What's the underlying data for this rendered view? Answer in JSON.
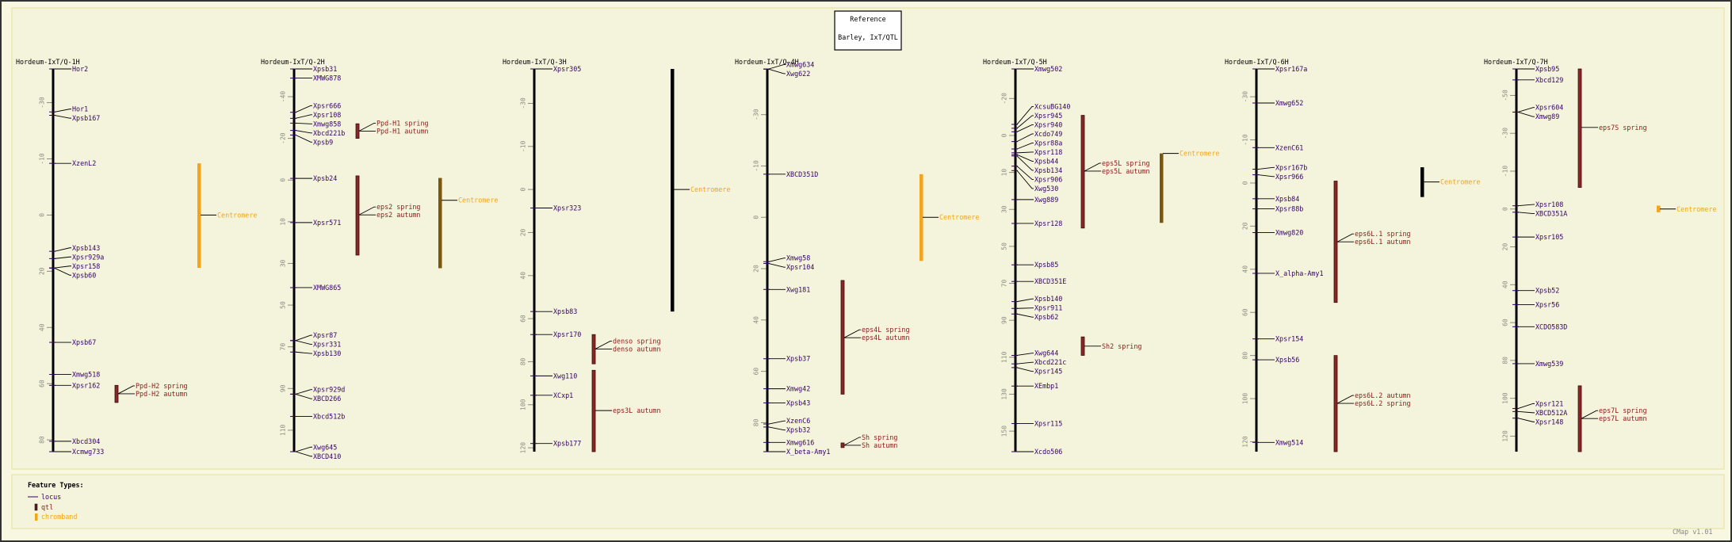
{
  "reference": {
    "heading": "Reference",
    "name": "Barley, IxT/QTL"
  },
  "colors": {
    "locus": "#330066",
    "qtl": "#8b2626",
    "qtl_label": "#8b1a1a",
    "chromband": "#f0a418",
    "centromere_brown": "#7b5611",
    "centromere_black": "#000000",
    "axis": "#000000"
  },
  "maps": [
    {
      "title": "Hordeum-IxT/Q-1H",
      "range_cm": [
        -52,
        84.2
      ],
      "ticks": [
        {
          "label": "-30",
          "cm": -40
        },
        {
          "label": "-10",
          "cm": -20
        },
        {
          "label": "0",
          "cm": 0
        },
        {
          "label": "20",
          "cm": 20
        },
        {
          "label": "40",
          "cm": 40
        },
        {
          "label": "60",
          "cm": 60
        },
        {
          "label": "80",
          "cm": 80
        }
      ],
      "markers": [
        {
          "name": "Hor2",
          "cm": -52
        },
        {
          "name": "Hor1",
          "cm": -36.7
        },
        {
          "name": "Xpsb167",
          "cm": -35.5
        },
        {
          "name": "XzenL2",
          "cm": -18.4
        },
        {
          "name": "Xpsb143",
          "cm": 12.9
        },
        {
          "name": "Xpsr929a",
          "cm": 15.5
        },
        {
          "name": "Xpsr158",
          "cm": 18.8
        },
        {
          "name": "Xpsb60",
          "cm": 18.9
        },
        {
          "name": "Xpsb67",
          "cm": 45.3
        },
        {
          "name": "Xmwg518",
          "cm": 56.7
        },
        {
          "name": "Xpsr162",
          "cm": 60.6
        },
        {
          "name": "Xbcd304",
          "cm": 80.5
        },
        {
          "name": "Xcmwg733",
          "cm": 84.2
        }
      ],
      "qtls": [
        {
          "start": 60.6,
          "end": 66.7,
          "cm": 63.6,
          "labels": [
            "Ppd-H2 spring",
            "Ppd-H2 autumn"
          ]
        }
      ],
      "centromere": {
        "label": "Centromere",
        "start": -18.4,
        "end": 18.8,
        "cm": 0,
        "color": "#f2a51a"
      }
    },
    {
      "title": "Hordeum-IxT/Q-2H",
      "range_cm": [
        -53.3,
        130.3
      ],
      "ticks": [
        {
          "label": "-40",
          "cm": -40
        },
        {
          "label": "-20",
          "cm": -20
        },
        {
          "label": "0",
          "cm": 0
        },
        {
          "label": "10",
          "cm": 20
        },
        {
          "label": "30",
          "cm": 40
        },
        {
          "label": "50",
          "cm": 60
        },
        {
          "label": "70",
          "cm": 80
        },
        {
          "label": "90",
          "cm": 100
        },
        {
          "label": "110",
          "cm": 120
        }
      ],
      "markers": [
        {
          "name": "Xpsb31",
          "cm": -53.3
        },
        {
          "name": "XMWG878",
          "cm": -48.9
        },
        {
          "name": "Xpsr666",
          "cm": -32.5
        },
        {
          "name": "Xpsr108",
          "cm": -29.6
        },
        {
          "name": "Xmwg858",
          "cm": -27.3
        },
        {
          "name": "Xbcd221b",
          "cm": -23.8
        },
        {
          "name": "Xpsb9",
          "cm": -21.6
        },
        {
          "name": "Xpsb24",
          "cm": -0.8
        },
        {
          "name": "Xpsr571",
          "cm": 20.4
        },
        {
          "name": "XMWG865",
          "cm": 51.6
        },
        {
          "name": "Xpsr87",
          "cm": 77
        },
        {
          "name": "Xpsr331",
          "cm": 77
        },
        {
          "name": "Xpsb130",
          "cm": 82.5
        },
        {
          "name": "Xpsr929d",
          "cm": 102.7
        },
        {
          "name": "XBCD266",
          "cm": 102.7
        },
        {
          "name": "Xbcd512b",
          "cm": 113.4
        },
        {
          "name": "Xwg645",
          "cm": 130.3
        },
        {
          "name": "XBCD410",
          "cm": 130.3
        }
      ],
      "qtls": [
        {
          "start": -27,
          "end": -20,
          "cm": -23.5,
          "labels": [
            "Ppd-H1 spring",
            "Ppd-H1 autumn"
          ]
        },
        {
          "start": -2,
          "end": 36,
          "cm": 16.7,
          "labels": [
            "eps2 spring",
            "eps2 autumn"
          ]
        }
      ],
      "centromere": {
        "label": "Centromere",
        "start": -1,
        "end": 42.3,
        "cm": 9.7,
        "color": "#7b5611"
      }
    },
    {
      "title": "Hordeum-IxT/Q-3H",
      "range_cm": [
        -56,
        121.8
      ],
      "ticks": [
        {
          "label": "-30",
          "cm": -40
        },
        {
          "label": "-10",
          "cm": -20
        },
        {
          "label": "0",
          "cm": 0
        },
        {
          "label": "20",
          "cm": 20
        },
        {
          "label": "40",
          "cm": 40
        },
        {
          "label": "60",
          "cm": 60
        },
        {
          "label": "80",
          "cm": 80
        },
        {
          "label": "100",
          "cm": 100
        },
        {
          "label": "120",
          "cm": 120
        }
      ],
      "markers": [
        {
          "name": "Xpsr305",
          "cm": -56
        },
        {
          "name": "Xpsr323",
          "cm": 8.6
        },
        {
          "name": "Xpsb83",
          "cm": 56.7
        },
        {
          "name": "Xpsr170",
          "cm": 67.4
        },
        {
          "name": "Xwg110",
          "cm": 86.6
        },
        {
          "name": "XCxp1",
          "cm": 95.6
        },
        {
          "name": "Xpsb177",
          "cm": 118
        }
      ],
      "qtls": [
        {
          "start": 67.4,
          "end": 81,
          "cm": 74.1,
          "labels": [
            "denso spring",
            "denso autumn"
          ]
        },
        {
          "start": 84,
          "end": 121.8,
          "cm": 102.7,
          "labels": [
            "eps3L autumn"
          ]
        }
      ],
      "centromere": {
        "label": "Centromere",
        "start": -56,
        "end": 56.7,
        "cm": 0,
        "color": "#000000"
      }
    },
    {
      "title": "Hordeum-IxT/Q-4H",
      "range_cm": [
        -57.8,
        91.3
      ],
      "ticks": [
        {
          "label": "-30",
          "cm": -40
        },
        {
          "label": "-10",
          "cm": -20
        },
        {
          "label": "0",
          "cm": 0
        },
        {
          "label": "20",
          "cm": 20
        },
        {
          "label": "40",
          "cm": 40
        },
        {
          "label": "60",
          "cm": 60
        },
        {
          "label": "80",
          "cm": 80
        }
      ],
      "markers": [
        {
          "name": "Xmwg634",
          "cm": -57.8
        },
        {
          "name": "Xwg622",
          "cm": -57.7
        },
        {
          "name": "XBCD351D",
          "cm": -16.8
        },
        {
          "name": "Xmwg58",
          "cm": 17.3
        },
        {
          "name": "Xpsr104",
          "cm": 18
        },
        {
          "name": "Xwg181",
          "cm": 28.1
        },
        {
          "name": "Xpsb37",
          "cm": 55.1
        },
        {
          "name": "Xmwg42",
          "cm": 66.8
        },
        {
          "name": "Xpsb43",
          "cm": 72.3
        },
        {
          "name": "XzenC6",
          "cm": 80.5
        },
        {
          "name": "Xpsb32",
          "cm": 81.7
        },
        {
          "name": "Xmwg616",
          "cm": 87.7
        },
        {
          "name": "X_beta-Amy1",
          "cm": 91.3
        }
      ],
      "qtls": [
        {
          "start": 24.6,
          "end": 68.9,
          "cm": 46.9,
          "labels": [
            "eps4L spring",
            "eps4L autumn"
          ]
        },
        {
          "start": 87.9,
          "end": 89.7,
          "cm": 88.8,
          "labels": [
            "Sh spring",
            "Sh autumn"
          ]
        }
      ],
      "centromere": {
        "label": "Centromere",
        "start": -16.8,
        "end": 17,
        "cm": 0,
        "color": "#f2a51a"
      }
    },
    {
      "title": "Hordeum-IxT/Q-5H",
      "range_cm": [
        -36,
        171.1
      ],
      "ticks": [
        {
          "label": "-20",
          "cm": -20
        },
        {
          "label": "0",
          "cm": 0
        },
        {
          "label": "10",
          "cm": 20
        },
        {
          "label": "30",
          "cm": 40
        },
        {
          "label": "50",
          "cm": 60
        },
        {
          "label": "70",
          "cm": 80
        },
        {
          "label": "90",
          "cm": 100
        },
        {
          "label": "110",
          "cm": 120
        },
        {
          "label": "130",
          "cm": 140
        },
        {
          "label": "150",
          "cm": 160
        }
      ],
      "markers": [
        {
          "name": "Xmwg502",
          "cm": -36
        },
        {
          "name": "XcsuBG140",
          "cm": -6
        },
        {
          "name": "Xpsr945",
          "cm": -3.9
        },
        {
          "name": "Xpsr940",
          "cm": -2
        },
        {
          "name": "Xcdo749",
          "cm": 3.3
        },
        {
          "name": "Xpsr88a",
          "cm": 7.3
        },
        {
          "name": "Xpsr118",
          "cm": 9.4
        },
        {
          "name": "Xpsb44",
          "cm": 10.4
        },
        {
          "name": "Xpsb134",
          "cm": 11.1
        },
        {
          "name": "Xpsr906",
          "cm": 16.6
        },
        {
          "name": "Xwg530",
          "cm": 19
        },
        {
          "name": "Xwg889",
          "cm": 34.7
        },
        {
          "name": "Xpsr128",
          "cm": 47.6
        },
        {
          "name": "Xpsb85",
          "cm": 70
        },
        {
          "name": "XBCD351E",
          "cm": 79
        },
        {
          "name": "Xpsb140",
          "cm": 89.9
        },
        {
          "name": "Xpsr911",
          "cm": 93.6
        },
        {
          "name": "Xpsb62",
          "cm": 96.6
        },
        {
          "name": "Xwg644",
          "cm": 119
        },
        {
          "name": "Xbcd221c",
          "cm": 123.6
        },
        {
          "name": "Xpsr145",
          "cm": 125.6
        },
        {
          "name": "XEmbp1",
          "cm": 135.6
        },
        {
          "name": "Xpsr115",
          "cm": 155.9
        },
        {
          "name": "Xcdo506",
          "cm": 171.1
        }
      ],
      "qtls": [
        {
          "start": -10.9,
          "end": 50.1,
          "cm": 19.3,
          "labels": [
            "eps5L spring",
            "eps5L autumn"
          ]
        },
        {
          "start": 109,
          "end": 119,
          "cm": 114,
          "labels": [
            "Sh2 spring"
          ]
        }
      ],
      "centromere": {
        "label": "Centromere",
        "start": 9.7,
        "end": 47.3,
        "cm": 9.7,
        "color": "#7b5611"
      }
    },
    {
      "title": "Hordeum-IxT/Q-6H",
      "range_cm": [
        -52.9,
        124.6
      ],
      "ticks": [
        {
          "label": "-30",
          "cm": -40
        },
        {
          "label": "-10",
          "cm": -20
        },
        {
          "label": "0",
          "cm": 0
        },
        {
          "label": "20",
          "cm": 20
        },
        {
          "label": "40",
          "cm": 40
        },
        {
          "label": "60",
          "cm": 60
        },
        {
          "label": "80",
          "cm": 80
        },
        {
          "label": "100",
          "cm": 100
        },
        {
          "label": "120",
          "cm": 120
        }
      ],
      "markers": [
        {
          "name": "Xpsr167a",
          "cm": -52.9
        },
        {
          "name": "Xmwg652",
          "cm": -37.1
        },
        {
          "name": "XzenC61",
          "cm": -16.4
        },
        {
          "name": "Xpsr167b",
          "cm": -6.4
        },
        {
          "name": "Xpsr966",
          "cm": -3.8
        },
        {
          "name": "Xpsb84",
          "cm": 7.3
        },
        {
          "name": "Xpsr88b",
          "cm": 12
        },
        {
          "name": "Xmwg820",
          "cm": 23
        },
        {
          "name": "X_alpha-Amy1",
          "cm": 41.9
        },
        {
          "name": "Xpsr154",
          "cm": 72.3
        },
        {
          "name": "Xpsb56",
          "cm": 82
        },
        {
          "name": "Xmwg514",
          "cm": 120.3
        }
      ],
      "qtls": [
        {
          "start": -0.9,
          "end": 55.4,
          "cm": 27.3,
          "labels": [
            "eps6L.1 spring",
            "eps6L.1 autumn"
          ]
        },
        {
          "start": 80,
          "end": 124.6,
          "cm": 102.2,
          "labels": [
            "eps6L.2 autumn",
            "eps6L.2 spring"
          ]
        }
      ],
      "centromere": {
        "label": "Centromere",
        "start": -7.3,
        "end": 6.5,
        "cm": -0.5,
        "color": "#000000"
      }
    },
    {
      "title": "Hordeum-IxT/Q-7H",
      "range_cm": [
        -74,
        128.2
      ],
      "ticks": [
        {
          "label": "-50",
          "cm": -60
        },
        {
          "label": "-30",
          "cm": -40
        },
        {
          "label": "-10",
          "cm": -20
        },
        {
          "label": "0",
          "cm": 0
        },
        {
          "label": "20",
          "cm": 20
        },
        {
          "label": "40",
          "cm": 40
        },
        {
          "label": "60",
          "cm": 60
        },
        {
          "label": "80",
          "cm": 80
        },
        {
          "label": "100",
          "cm": 100
        },
        {
          "label": "120",
          "cm": 120
        }
      ],
      "markers": [
        {
          "name": "Xpsb95",
          "cm": -74
        },
        {
          "name": "Xbcd129",
          "cm": -68.2
        },
        {
          "name": "Xpsr604",
          "cm": -51.2
        },
        {
          "name": "Xmwg89",
          "cm": -51.2
        },
        {
          "name": "Xpsr108",
          "cm": -1.7
        },
        {
          "name": "XBCD351A",
          "cm": 1.7
        },
        {
          "name": "Xpsr105",
          "cm": 14.8
        },
        {
          "name": "Xpsb52",
          "cm": 43.1
        },
        {
          "name": "Xpsr56",
          "cm": 50.5
        },
        {
          "name": "XCDO583D",
          "cm": 62.2
        },
        {
          "name": "Xmwg539",
          "cm": 81.7
        },
        {
          "name": "Xpsr121",
          "cm": 105.4
        },
        {
          "name": "XBCD512A",
          "cm": 107
        },
        {
          "name": "Xpsr148",
          "cm": 110.5
        }
      ],
      "qtls": [
        {
          "start": -74,
          "end": -11.4,
          "cm": -43.1,
          "labels": [
            "eps7S spring"
          ]
        },
        {
          "start": 93.4,
          "end": 128.2,
          "cm": 110.7,
          "labels": [
            "eps7L spring",
            "eps7L autumn"
          ]
        }
      ],
      "centromere": {
        "label": "Centromere",
        "start": -1.8,
        "end": 1.7,
        "cm": 0,
        "color": "#f2a51a"
      }
    }
  ],
  "legend": {
    "heading": "Feature Types:",
    "items": [
      {
        "label": "locus",
        "type": "locus"
      },
      {
        "label": "qtl",
        "type": "qtl"
      },
      {
        "label": "chromband",
        "type": "chromband"
      }
    ]
  },
  "footer": {
    "version": "CMap v1.01"
  }
}
